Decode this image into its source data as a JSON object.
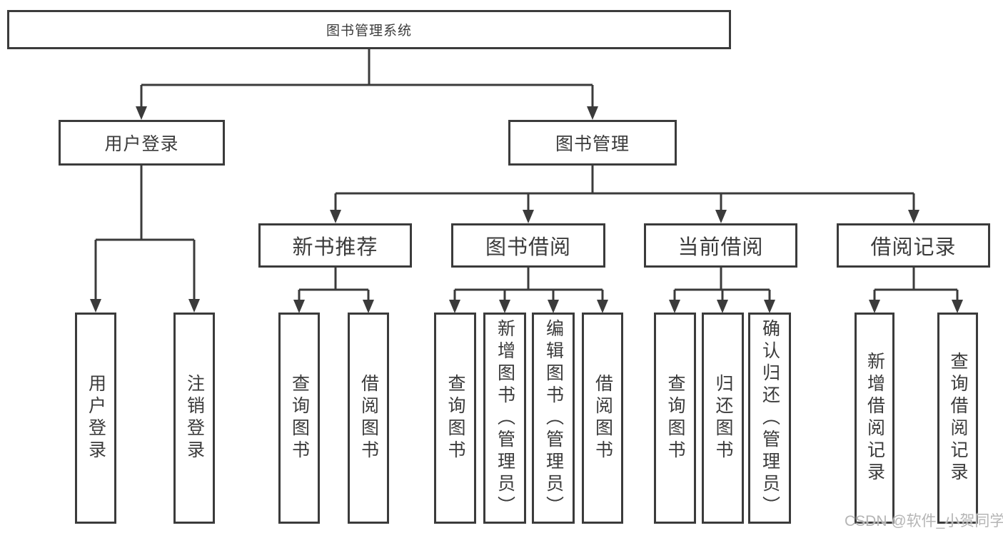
{
  "colors": {
    "line": "#3b3b3b",
    "text": "#3b3b3b",
    "box_background": "#ffffff",
    "watermark": "#b5b5b5"
  },
  "root": {
    "label": "图书管理系统"
  },
  "user_login": {
    "label": "用户登录",
    "leaves": [
      "用户登录",
      "注销登录"
    ]
  },
  "book_management": {
    "label": "图书管理",
    "sections": [
      {
        "label": "新书推荐",
        "leaves": [
          "查询图书",
          "借阅图书"
        ]
      },
      {
        "label": "图书借阅",
        "leaves": [
          "查询图书",
          "新增图书（管理员）",
          "编辑图书（管理员）",
          "借阅图书"
        ]
      },
      {
        "label": "当前借阅",
        "leaves": [
          "查询图书",
          "归还图书",
          "确认归还（管理员）"
        ]
      },
      {
        "label": "借阅记录",
        "leaves": [
          "新增借阅记录",
          "查询借阅记录"
        ]
      }
    ]
  },
  "watermark": "CSDN @软件_小贺同学"
}
